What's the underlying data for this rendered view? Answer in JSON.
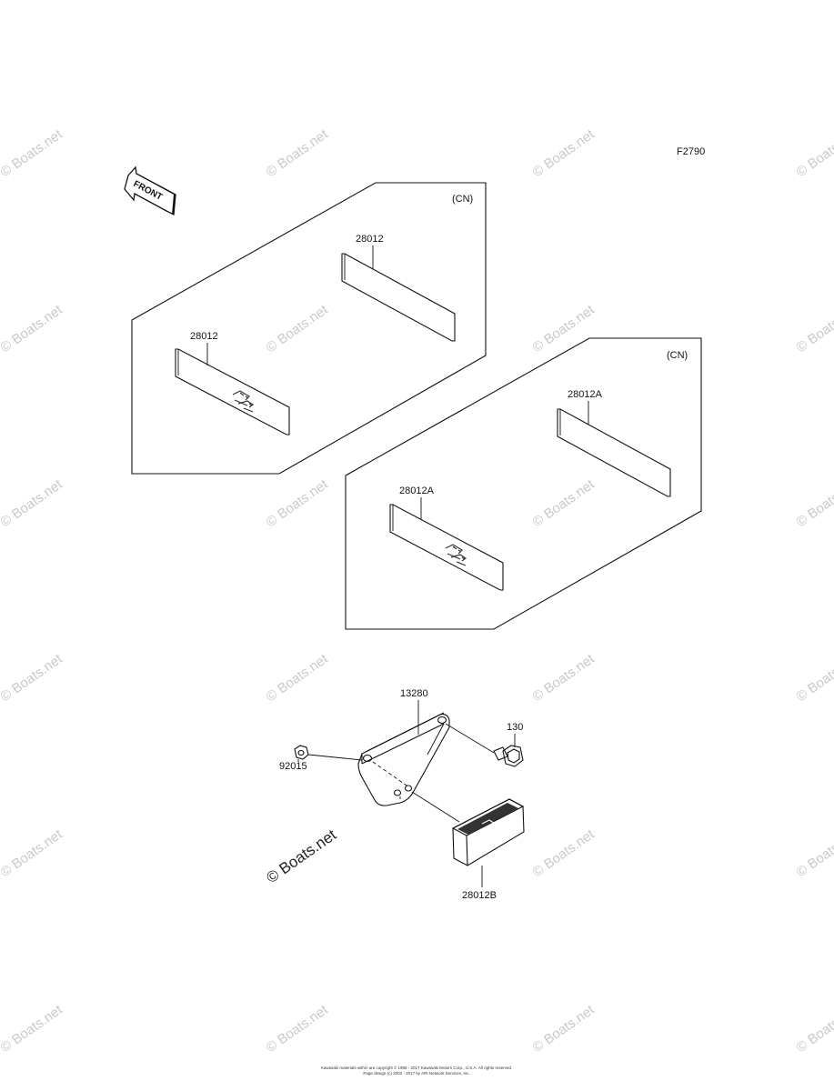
{
  "figure_code": "F2790",
  "front_label": "FRONT",
  "panels": [
    {
      "region": "CN",
      "region_label": "(CN)",
      "labels": [
        "28012",
        "28012"
      ]
    },
    {
      "region": "CN",
      "region_label": "(CN)",
      "labels": [
        "28012A",
        "28012A"
      ]
    }
  ],
  "assembly": {
    "bracket": "13280",
    "bolt": "130",
    "nut": "92015",
    "reflector": "28012B"
  },
  "watermark": "© Boats.net",
  "footer": [
    "Kawasaki materials within are copyright © 1995 - 2017 Kawasaki Motors Corp., U.S.A. All rights reserved.",
    "Page design (c) 2002 - 2017 by ARI Network Services, Inc."
  ]
}
